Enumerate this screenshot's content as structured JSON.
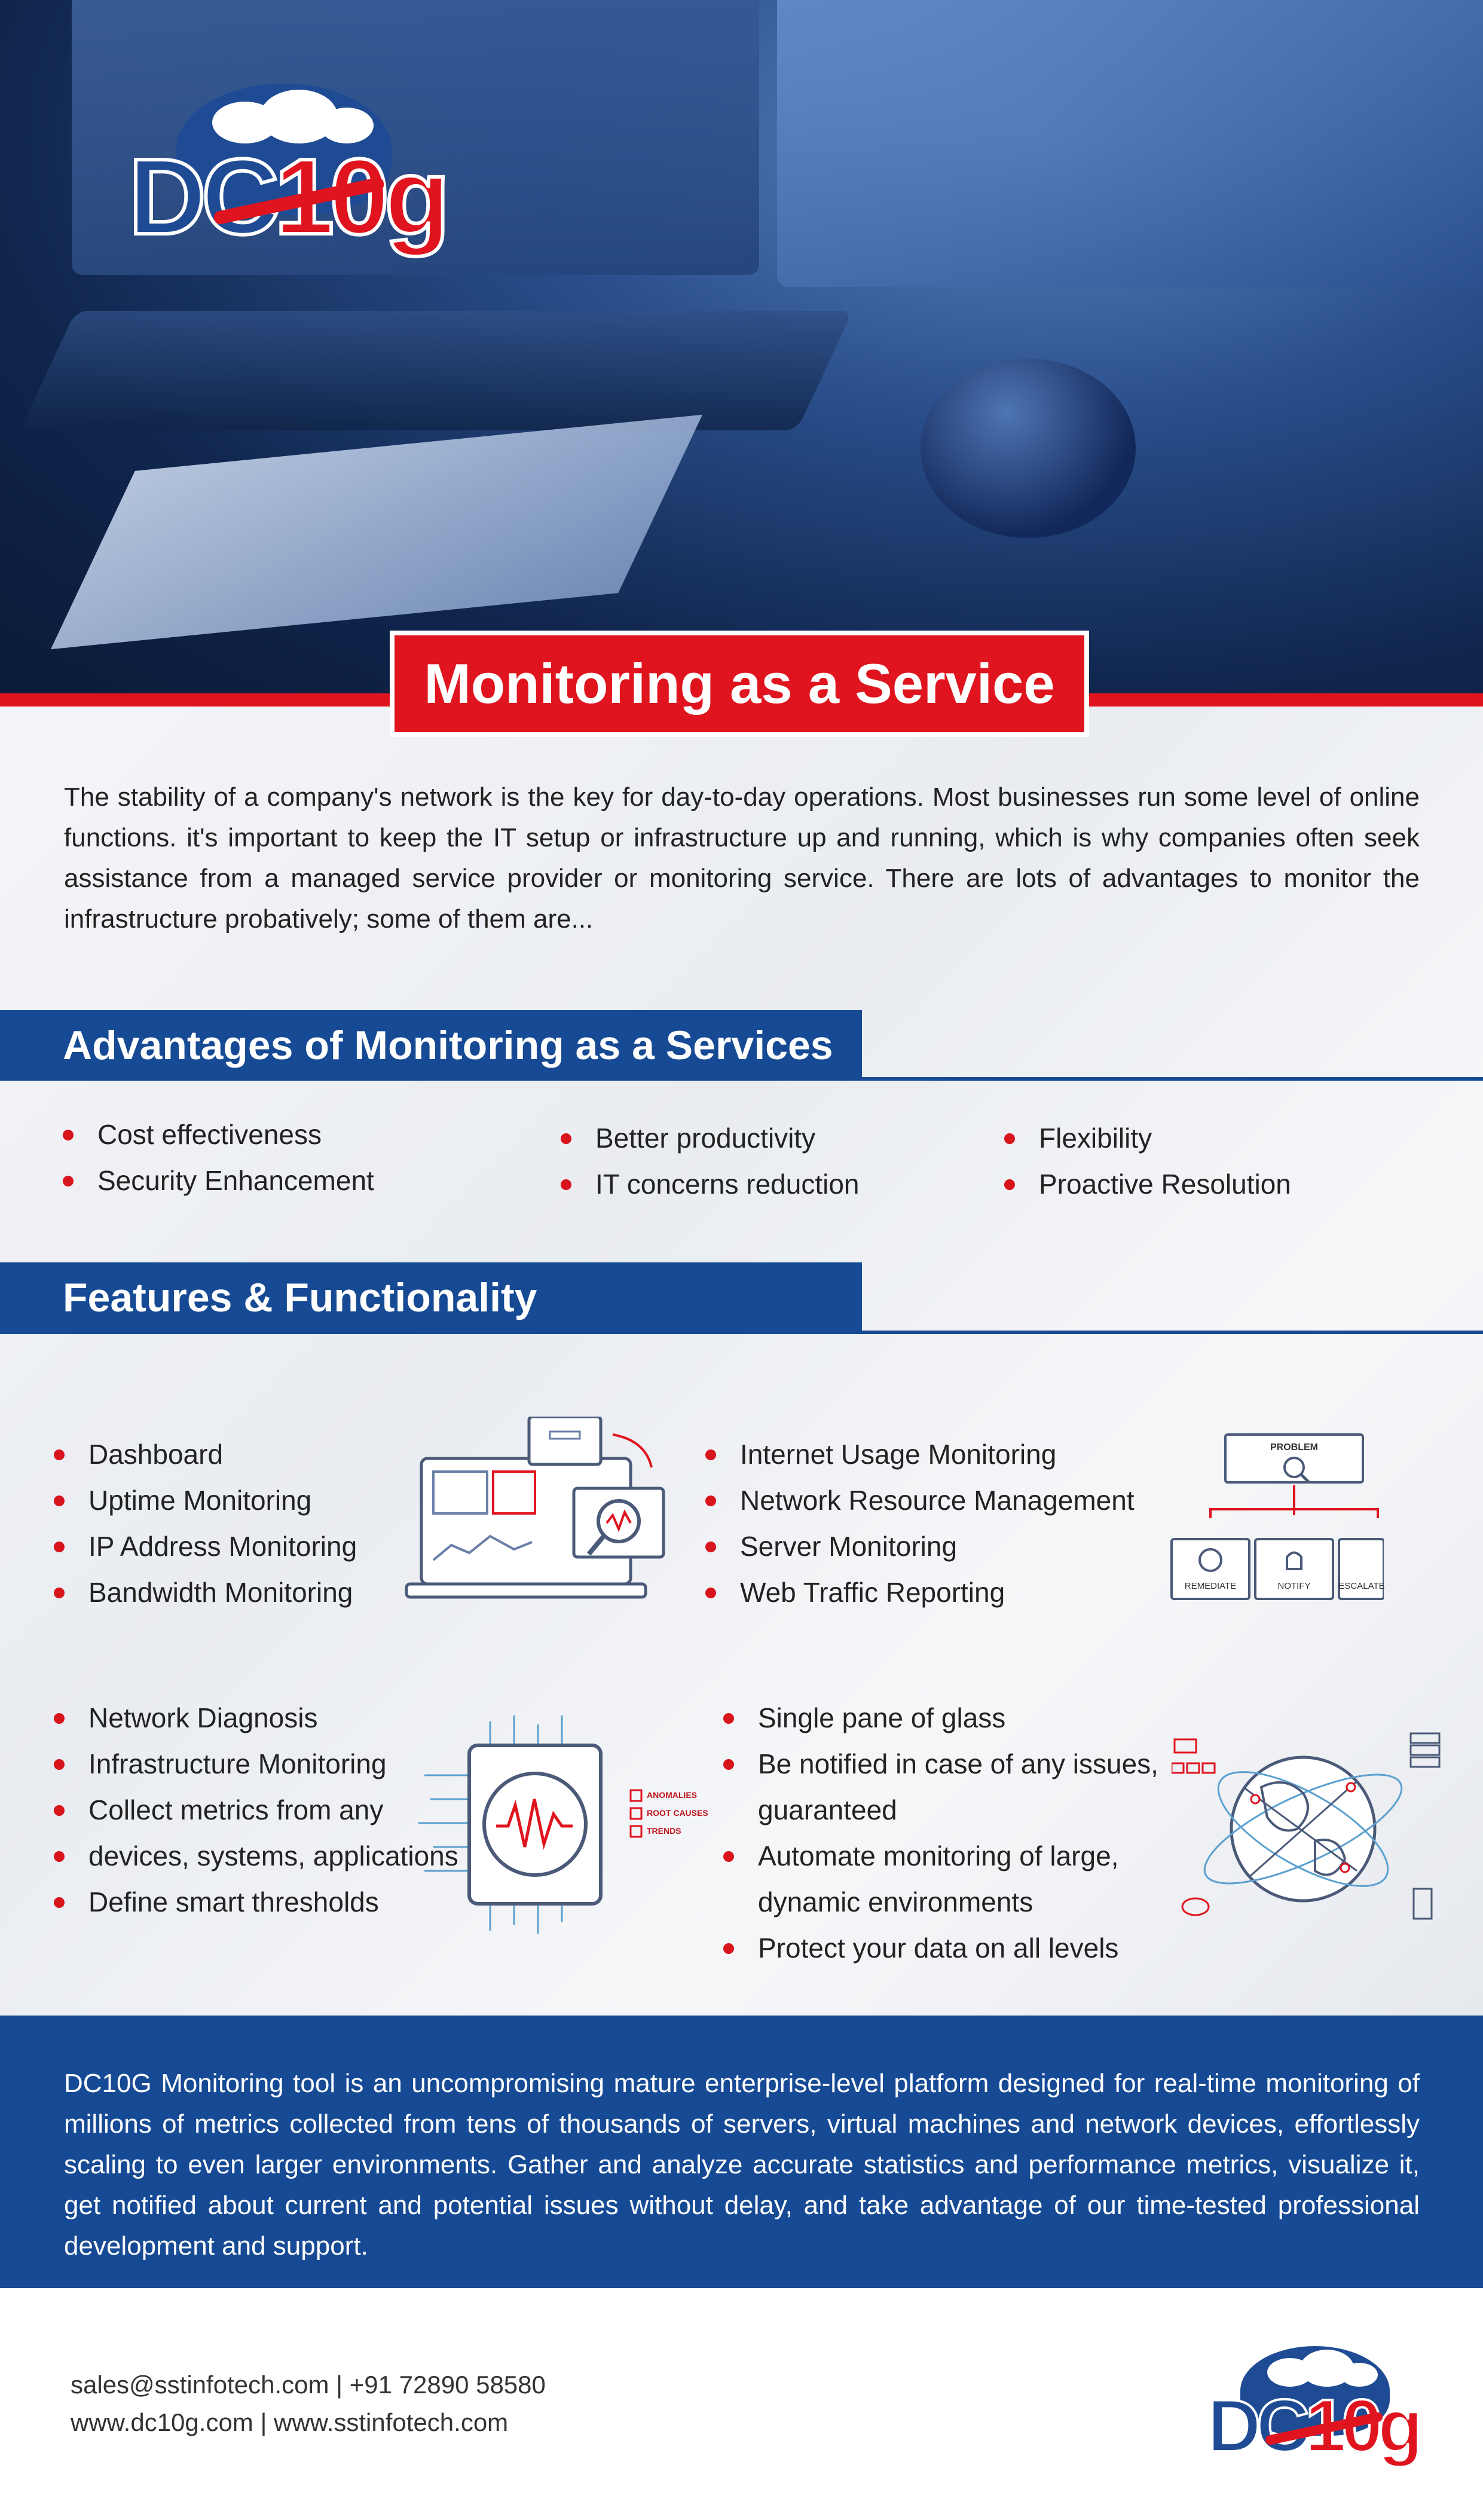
{
  "brand": {
    "logo_text": "DC10g"
  },
  "hero_title": "Monitoring as a Service",
  "intro": "The stability of a company's network is the key for day-to-day operations. Most businesses run some level of online functions. it's important to keep the IT setup or infrastructure up and running, which is why companies often seek assistance from a managed service provider or monitoring service. There are lots of advantages to monitor the infrastructure probatively; some of them are...",
  "advantages": {
    "heading": "Advantages of Monitoring as a Services",
    "col1": [
      "Cost effectiveness",
      "Security Enhancement"
    ],
    "col2": [
      "Better productivity",
      "IT concerns reduction"
    ],
    "col3": [
      "Flexibility",
      "Proactive Resolution"
    ]
  },
  "features": {
    "heading": "Features & Functionality",
    "group1": [
      "Dashboard",
      "Uptime Monitoring",
      "IP Address Monitoring",
      "Bandwidth Monitoring"
    ],
    "group2": [
      "Internet Usage Monitoring",
      "Network Resource Management",
      "Server Monitoring",
      "Web Traffic Reporting"
    ],
    "group3": [
      "Network Diagnosis",
      "Infrastructure Monitoring",
      "Collect metrics from any",
      "devices, systems, applications",
      "Define smart thresholds"
    ],
    "group4": [
      "Single pane of glass",
      "Be notified in case of any issues,",
      "guaranteed",
      "Automate monitoring of large,",
      "dynamic environments",
      "Protect your data on all levels"
    ],
    "diagram_problem": {
      "top": "PROBLEM",
      "remediate": "REMEDIATE",
      "notify": "NOTIFY",
      "escalate": "ESCALATE"
    },
    "diagram_chip": {
      "anomalies": "ANOMALIES",
      "root_causes": "ROOT CAUSES",
      "trends": "TRENDS"
    }
  },
  "summary": "DC10G Monitoring tool is an uncompromising mature enterprise-level platform designed for real-time monitoring of millions of metrics collected from tens of thousands of servers, virtual machines and network devices, effortlessly scaling to even larger environments. Gather and analyze accurate statistics and performance metrics, visualize it, get notified about current and potential issues without delay, and take advantage of our time-tested professional development and support.",
  "contact": {
    "line1": "sales@sstinfotech.com | +91 72890 58580",
    "line2": "www.dc10g.com  |  www.sstinfotech.com"
  },
  "colors": {
    "primary_blue": "#174a94",
    "accent_red": "#e0141e"
  }
}
